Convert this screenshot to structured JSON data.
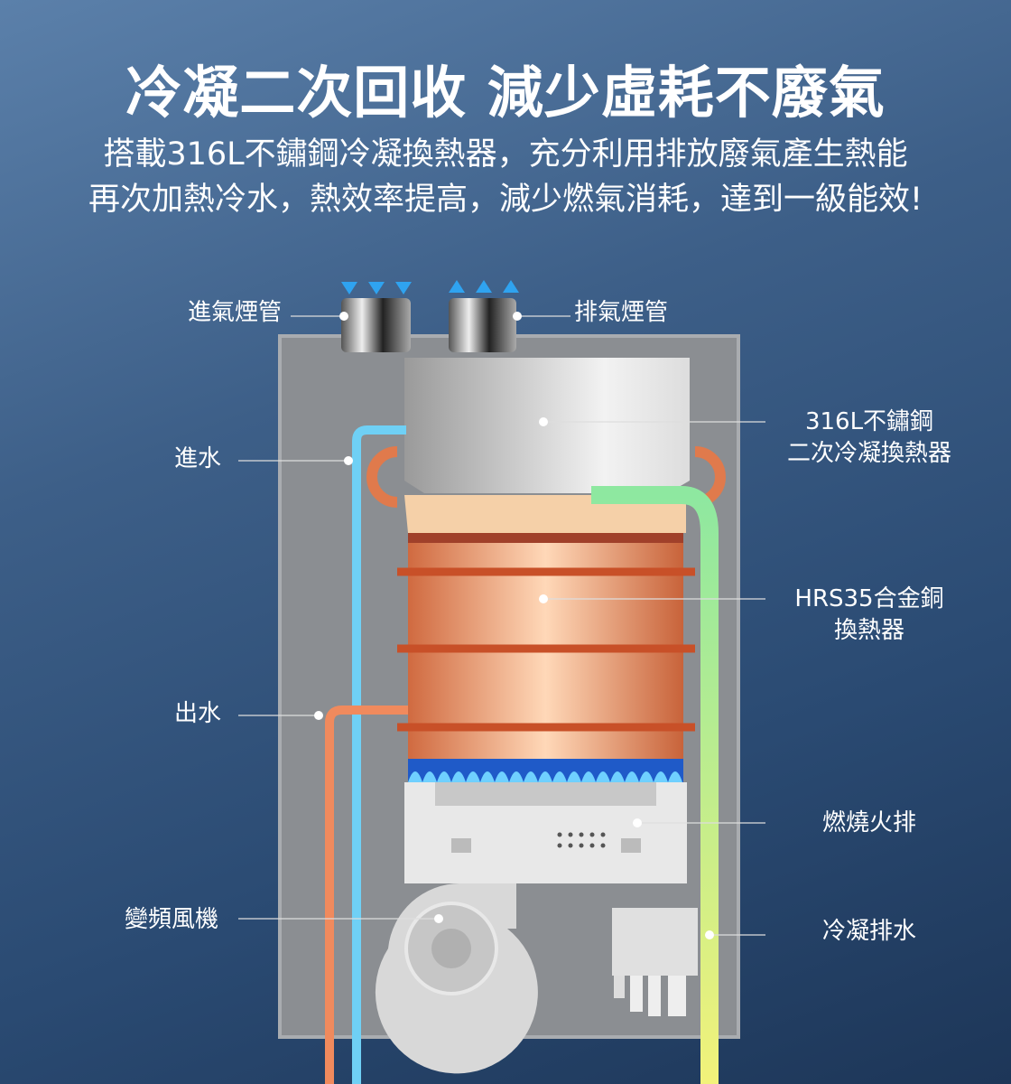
{
  "header": {
    "title": "冷凝二次回收 減少虛耗不廢氣",
    "line1": "搭載316L不鏽鋼冷凝換熱器，充分利用排放廢氣產生熱能",
    "line2": "再次加熱冷水，熱效率提高，減少燃氣消耗，達到一級能效!"
  },
  "labels": {
    "intake_flue": "進氣煙管",
    "exhaust_flue": "排氣煙管",
    "water_in": "進水",
    "water_out": "出水",
    "fan": "變頻風機",
    "condenser_1": "316L不鏽鋼",
    "condenser_2": "二次冷凝換熱器",
    "copper_1": "HRS35合金銅",
    "copper_2": "換熱器",
    "burner": "燃燒火排",
    "drain": "冷凝排水"
  },
  "colors": {
    "cold": "#6fd0f5",
    "hot": "#f08a5d",
    "condensate": "#b8f07a",
    "flame": "#2d7cf0"
  }
}
